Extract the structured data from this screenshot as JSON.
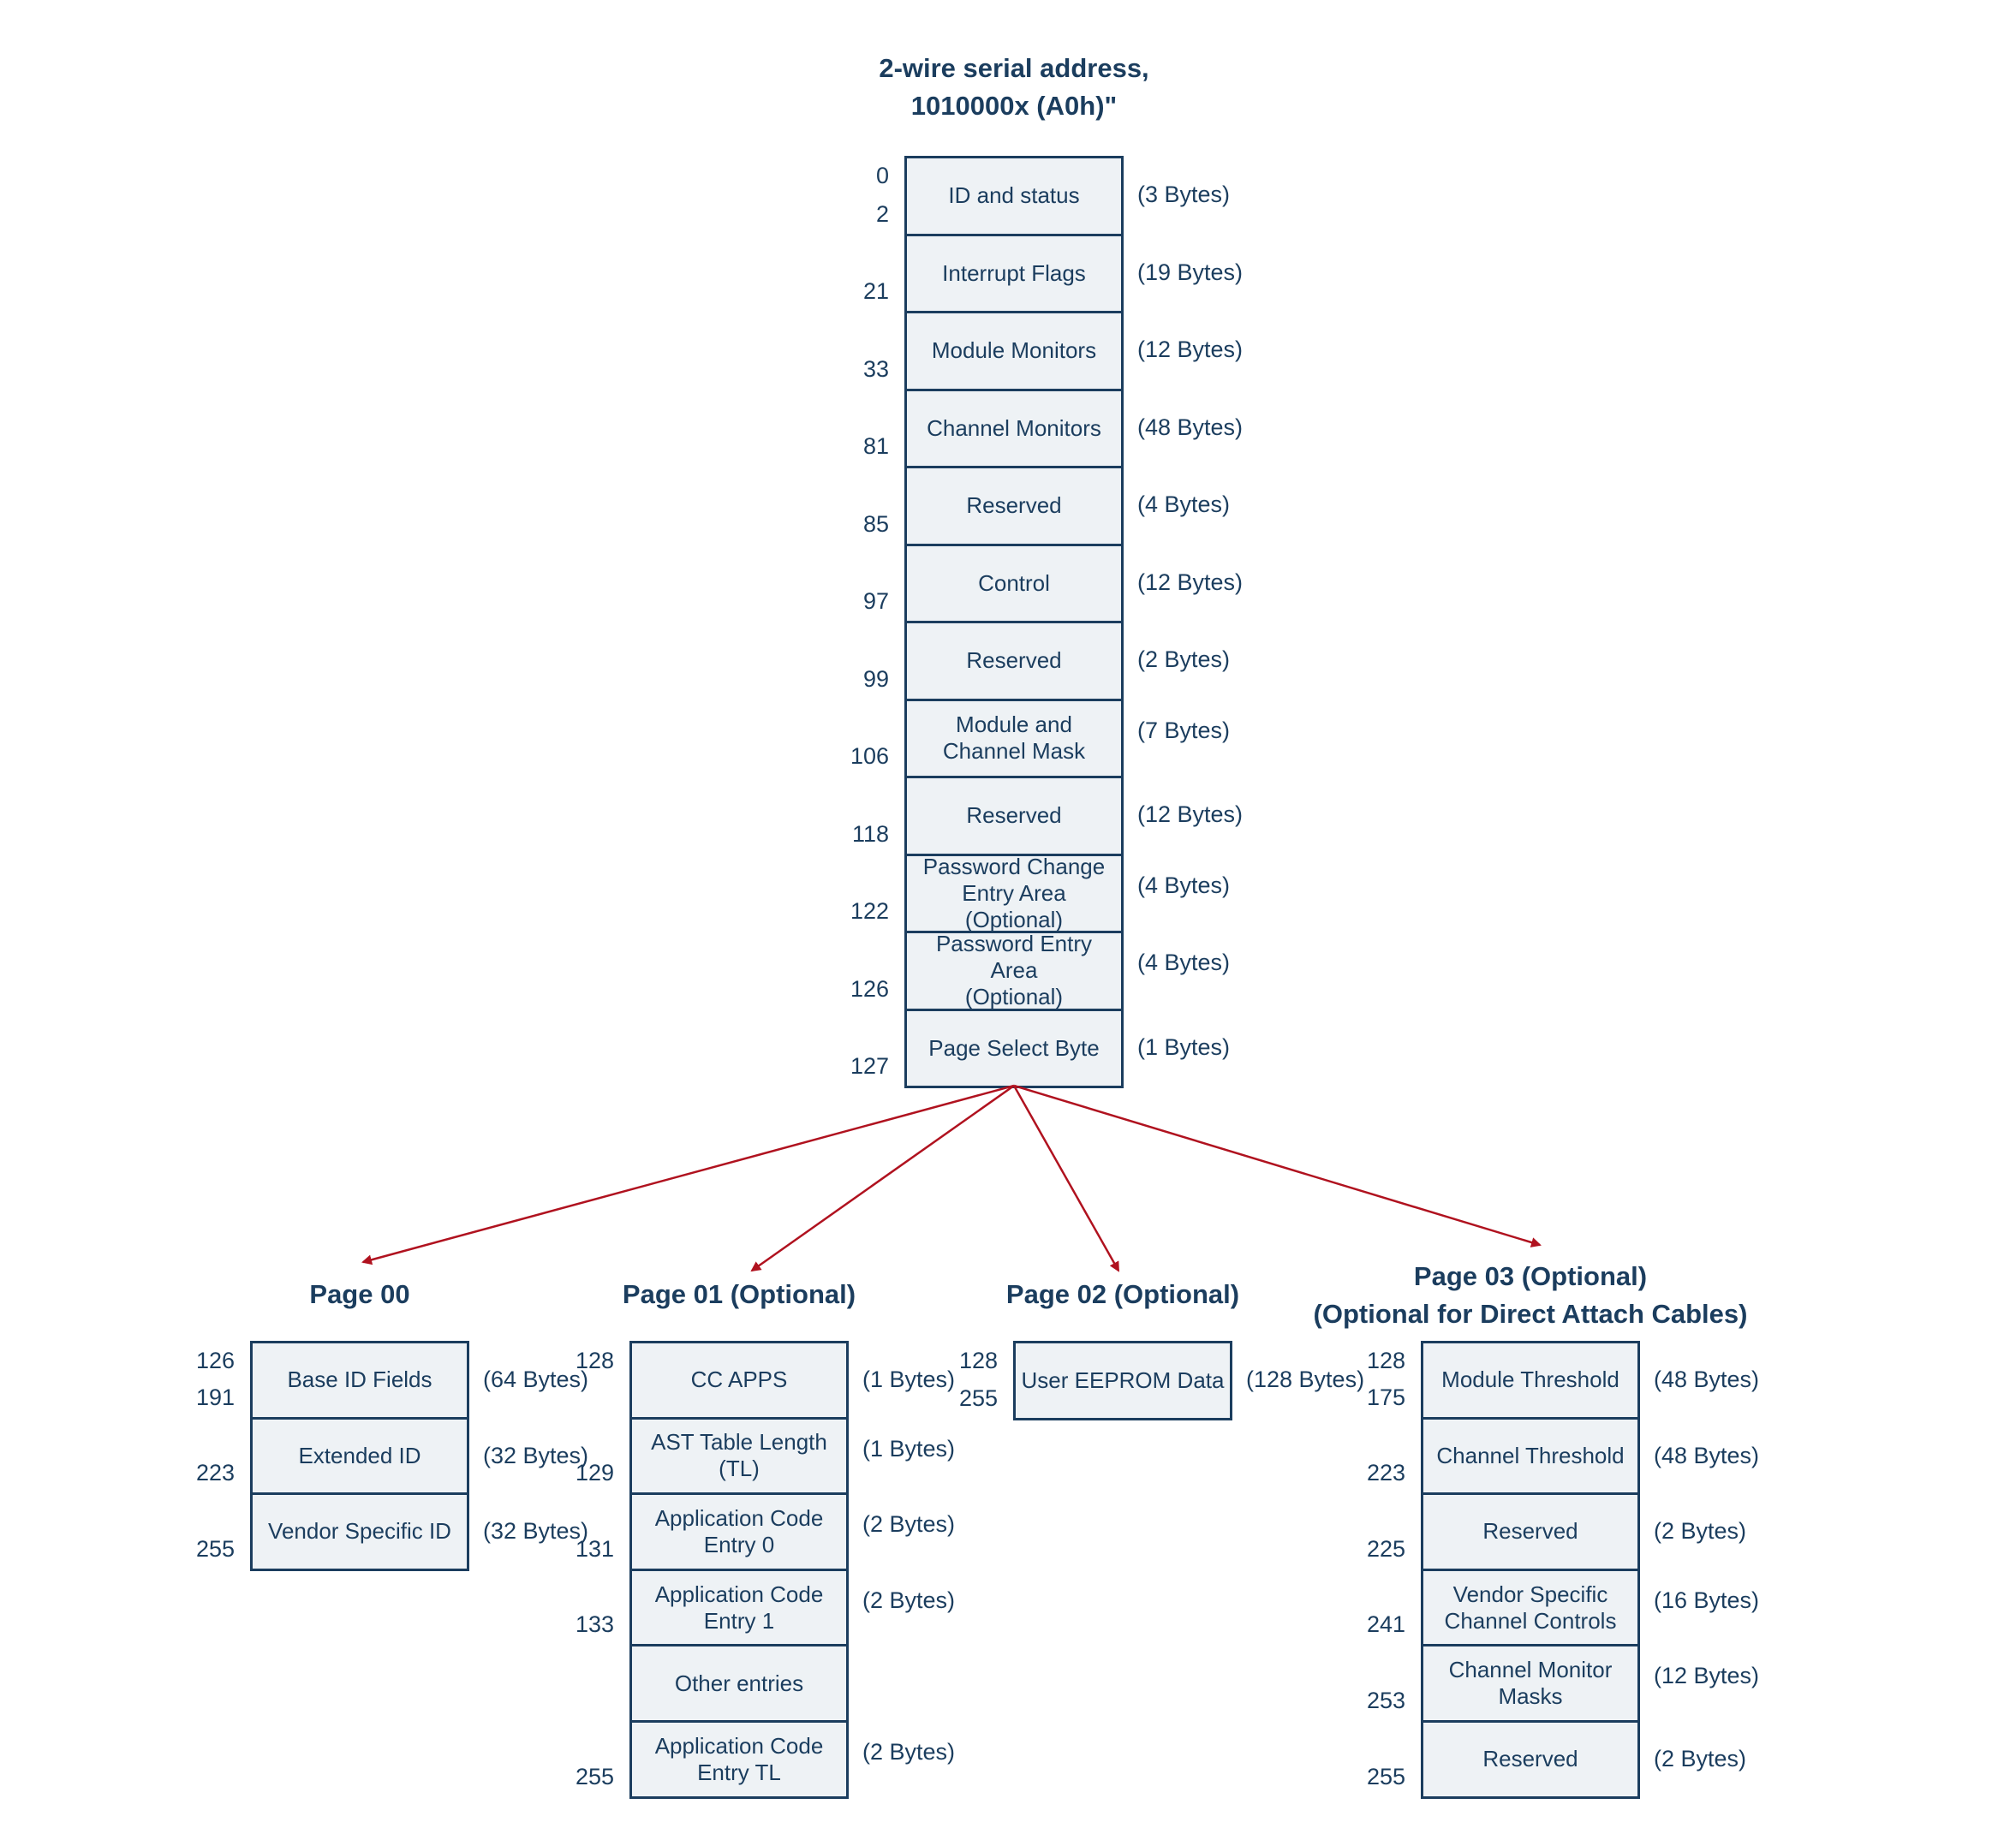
{
  "main_map": {
    "title_line1": "2-wire serial address,",
    "title_line2": "1010000x (A0h)\"",
    "first_offset": "0",
    "rows": [
      {
        "label": [
          "ID and status"
        ],
        "end": "2",
        "size": "(3 Bytes)"
      },
      {
        "label": [
          "Interrupt Flags"
        ],
        "end": "21",
        "size": "(19 Bytes)"
      },
      {
        "label": [
          "Module Monitors"
        ],
        "end": "33",
        "size": "(12 Bytes)"
      },
      {
        "label": [
          "Channel Monitors"
        ],
        "end": "81",
        "size": "(48 Bytes)"
      },
      {
        "label": [
          "Reserved"
        ],
        "end": "85",
        "size": "(4 Bytes)"
      },
      {
        "label": [
          "Control"
        ],
        "end": "97",
        "size": "(12 Bytes)"
      },
      {
        "label": [
          "Reserved"
        ],
        "end": "99",
        "size": "(2 Bytes)"
      },
      {
        "label": [
          "Module and",
          "Channel Mask"
        ],
        "end": "106",
        "size": "(7 Bytes)"
      },
      {
        "label": [
          "Reserved"
        ],
        "end": "118",
        "size": "(12 Bytes)"
      },
      {
        "label": [
          "Password Change",
          "Entry Area (Optional)"
        ],
        "end": "122",
        "size": "(4 Bytes)"
      },
      {
        "label": [
          "Password Entry Area",
          "(Optional)"
        ],
        "end": "126",
        "size": "(4 Bytes)"
      },
      {
        "label": [
          "Page Select Byte"
        ],
        "end": "127",
        "size": "(1 Bytes)"
      }
    ]
  },
  "pages": [
    {
      "title": [
        "Page 00"
      ],
      "first_offset": "126",
      "rows": [
        {
          "label": [
            "Base ID Fields"
          ],
          "end": "191",
          "size": "(64 Bytes)"
        },
        {
          "label": [
            "Extended ID"
          ],
          "end": "223",
          "size": "(32 Bytes)"
        },
        {
          "label": [
            "Vendor Specific ID"
          ],
          "end": "255",
          "size": "(32 Bytes)"
        }
      ]
    },
    {
      "title": [
        "Page 01 (Optional)"
      ],
      "first_offset": "128",
      "rows": [
        {
          "label": [
            "CC APPS"
          ],
          "end": "",
          "size": "(1 Bytes)"
        },
        {
          "label": [
            "AST Table Length",
            "(TL)"
          ],
          "end": "129",
          "size": "(1 Bytes)"
        },
        {
          "label": [
            "Application Code",
            "Entry 0"
          ],
          "end": "131",
          "size": "(2 Bytes)"
        },
        {
          "label": [
            "Application Code",
            "Entry 1"
          ],
          "end": "133",
          "size": "(2 Bytes)"
        },
        {
          "label": [
            "Other entries"
          ],
          "end": "",
          "size": ""
        },
        {
          "label": [
            "Application Code",
            "Entry TL"
          ],
          "end": "255",
          "size": "(2 Bytes)"
        }
      ]
    },
    {
      "title": [
        "Page 02 (Optional)"
      ],
      "first_offset": "128",
      "rows": [
        {
          "label": [
            "User EEPROM Data"
          ],
          "end": "255",
          "size": "(128 Bytes)"
        }
      ]
    },
    {
      "title": [
        "Page 03 (Optional)",
        "(Optional for Direct Attach Cables)"
      ],
      "first_offset": "128",
      "rows": [
        {
          "label": [
            "Module Threshold"
          ],
          "end": "175",
          "size": "(48 Bytes)"
        },
        {
          "label": [
            "Channel Threshold"
          ],
          "end": "223",
          "size": "(48 Bytes)"
        },
        {
          "label": [
            "Reserved"
          ],
          "end": "225",
          "size": "(2 Bytes)"
        },
        {
          "label": [
            "Vendor Specific",
            "Channel Controls"
          ],
          "end": "241",
          "size": "(16 Bytes)"
        },
        {
          "label": [
            "Channel Monitor",
            "Masks"
          ],
          "end": "253",
          "size": "(12 Bytes)"
        },
        {
          "label": [
            "Reserved"
          ],
          "end": "255",
          "size": "(2 Bytes)"
        }
      ]
    }
  ],
  "colors": {
    "text": "#1b3d5e",
    "box_fill": "#eef2f5",
    "arrow": "#b0121f"
  }
}
